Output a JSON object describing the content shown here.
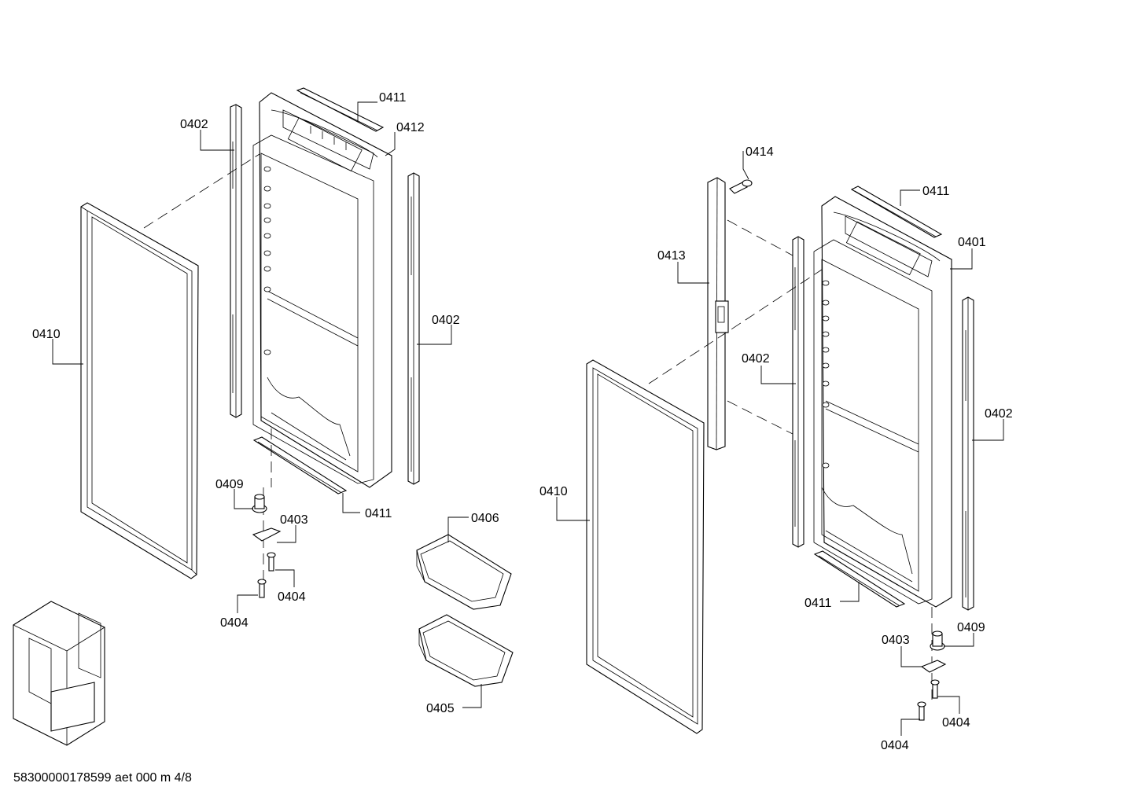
{
  "diagram": {
    "footer_code": "58300000178599 aet 000 m 4/8",
    "callouts_left": {
      "c0411_top": "0411",
      "c0412": "0412",
      "c0402_left": "0402",
      "c0402_right": "0402",
      "c0410": "0410",
      "c0409": "0409",
      "c0403": "0403",
      "c0411_bottom": "0411",
      "c0404_a": "0404",
      "c0404_b": "0404",
      "c0406": "0406",
      "c0405": "0405"
    },
    "callouts_right": {
      "c0414": "0414",
      "c0411_top": "0411",
      "c0401": "0401",
      "c0413": "0413",
      "c0402_mid": "0402",
      "c0402_right": "0402",
      "c0410": "0410",
      "c0411_bottom": "0411",
      "c0409": "0409",
      "c0403": "0403",
      "c0404_a": "0404",
      "c0404_b": "0404"
    }
  }
}
